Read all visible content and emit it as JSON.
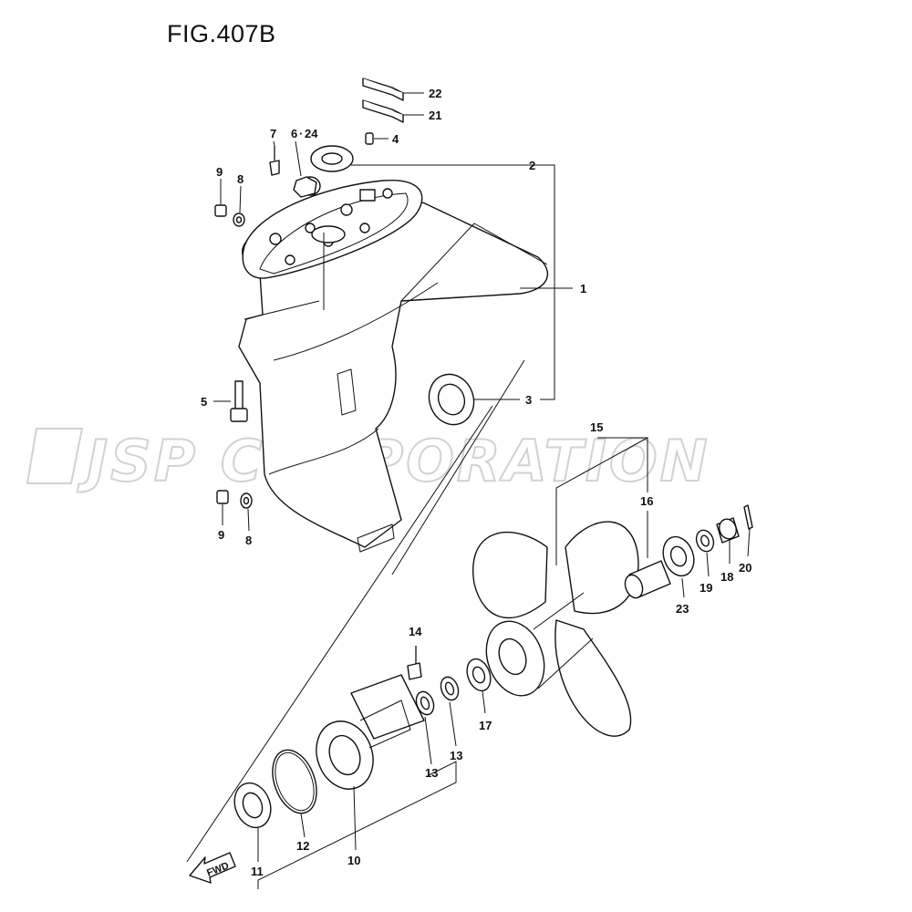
{
  "figure": {
    "title": "FIG.407B"
  },
  "watermark": {
    "text": "JSP CORPORATION",
    "color": "#d2d2d2"
  },
  "fwd_arrow": {
    "label": "FWD"
  },
  "callouts": {
    "c1": "1",
    "c2": "2",
    "c3": "3",
    "c4": "4",
    "c5": "5",
    "c6": "6",
    "c6b": "24",
    "c7": "7",
    "c8a": "8",
    "c8b": "8",
    "c9a": "9",
    "c9b": "9",
    "c10": "10",
    "c11": "11",
    "c12": "12",
    "c13a": "13",
    "c13b": "13",
    "c14": "14",
    "c15": "15",
    "c16": "16",
    "c17": "17",
    "c18": "18",
    "c19": "19",
    "c20": "20",
    "c21": "21",
    "c22": "22",
    "c23": "23"
  },
  "line_color": "#111111"
}
